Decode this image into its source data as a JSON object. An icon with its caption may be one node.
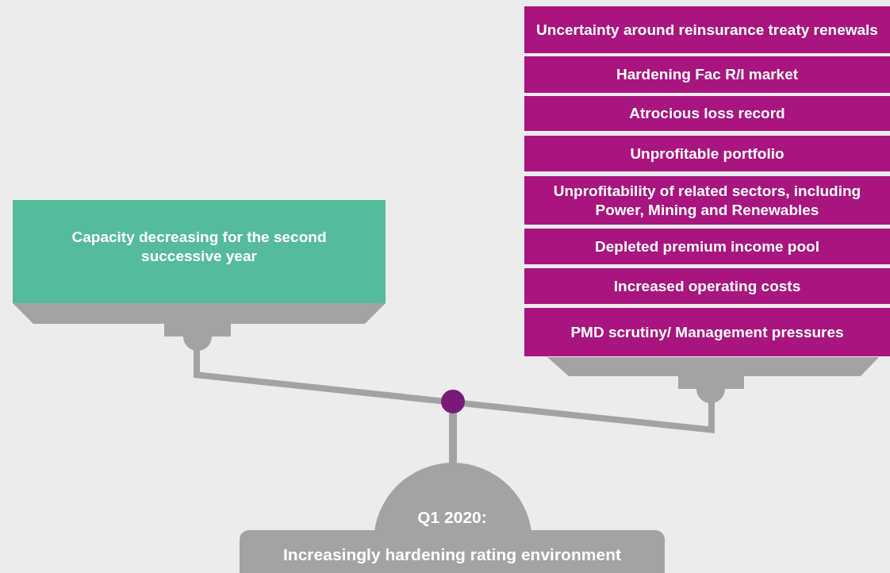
{
  "diagram": {
    "nodes": [
      {
        "text": [
          "Capacity decreasing for the second successive year"
        ]
      },
      {
        "text": [
          "Uncertainty around reinsurance treaty renewals"
        ]
      },
      {
        "text": [
          "Hardening Fac R/I market"
        ]
      },
      {
        "text": [
          "Atrocious loss record"
        ]
      },
      {
        "text": [
          "Unprofitable portfolio"
        ]
      },
      {
        "text": [
          "Unprofitability of related sectors, including Power, Mining and Renewables"
        ]
      },
      {
        "text": [
          "Depleted premium income pool"
        ]
      },
      {
        "text": [
          "Increased operating costs"
        ]
      },
      {
        "text": [
          "PMD scrutiny/ Management pressures"
        ]
      },
      {
        "text": [
          "Q1 2020:",
          "Increasingly hardening rating environment"
        ]
      }
    ]
  }
}
